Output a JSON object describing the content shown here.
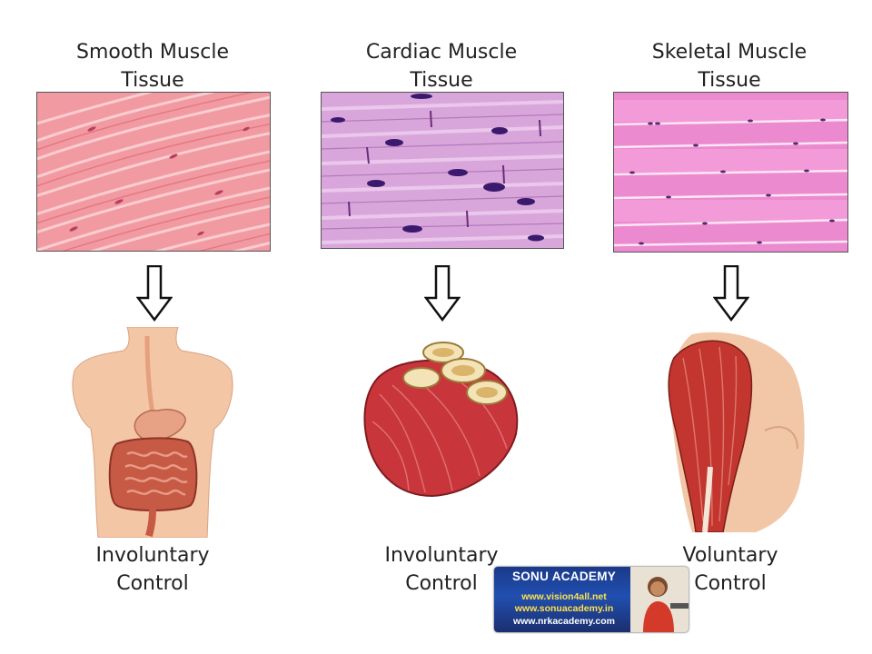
{
  "columns": [
    {
      "title_line1": "Smooth Muscle",
      "title_line2": "Tissue",
      "caption_line1": "Involuntary",
      "caption_line2": "Control"
    },
    {
      "title_line1": "Cardiac Muscle",
      "title_line2": "Tissue",
      "caption_line1": "Involuntary",
      "caption_line2": "Control"
    },
    {
      "title_line1": "Skeletal Muscle",
      "title_line2": "Tissue",
      "caption_line1": "Voluntary",
      "caption_line2": "Control"
    }
  ],
  "watermark": {
    "brand": "SONU ACADEMY",
    "urls": [
      "www.vision4all.net",
      "www.sonuacademy.in",
      "www.nrkacademy.com"
    ]
  },
  "colors": {
    "smooth_tissue": "#f08a94",
    "cardiac_tissue": "#c98ac9",
    "skeletal_tissue": "#e87fc6",
    "muscle_red": "#c93a3a",
    "skin": "#f2c3a2"
  }
}
